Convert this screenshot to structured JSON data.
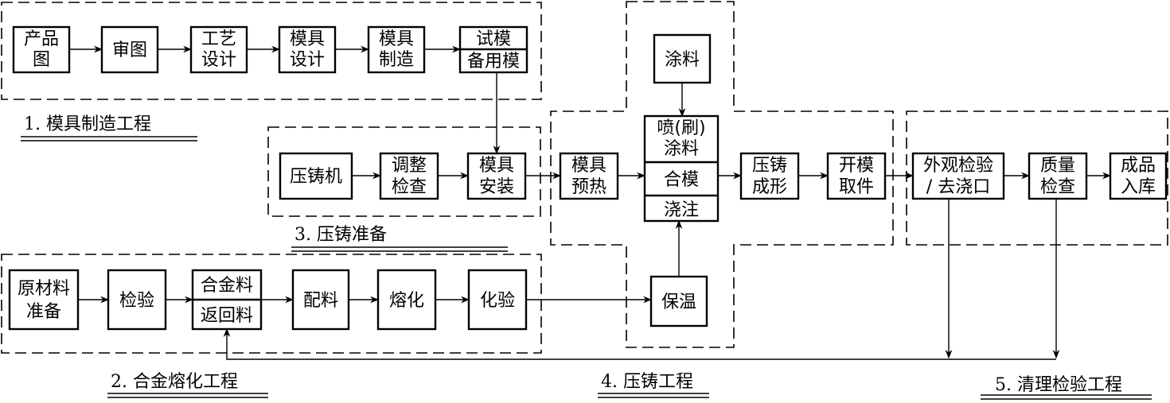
{
  "sections": [
    {
      "id": "s1",
      "label": "1. 模具制造工程"
    },
    {
      "id": "s2",
      "label": "2. 合金熔化工程"
    },
    {
      "id": "s3",
      "label": "3. 压铸准备"
    },
    {
      "id": "s4",
      "label": "4. 压铸工程"
    },
    {
      "id": "s5",
      "label": "5. 清理检验工程"
    }
  ],
  "nodes": {
    "product_drawing": [
      "产品",
      "图"
    ],
    "drawing_review": [
      "审图"
    ],
    "process_design": [
      "工艺",
      "设计"
    ],
    "mold_design": [
      "模具",
      "设计"
    ],
    "mold_making": [
      "模具",
      "制造"
    ],
    "trial_mold": [
      "试模"
    ],
    "spare_mold": [
      "备用模"
    ],
    "die_casting_machine": [
      "压铸机"
    ],
    "adjust_check": [
      "调整",
      "检查"
    ],
    "mold_install": [
      "模具",
      "安装"
    ],
    "mold_preheat": [
      "模具",
      "预热"
    ],
    "coating": [
      "涂料"
    ],
    "spray_coating": [
      "喷(刷)",
      "涂料"
    ],
    "mold_close": [
      "合模"
    ],
    "pouring": [
      "浇注"
    ],
    "die_forming": [
      "压铸",
      "成形"
    ],
    "open_mold": [
      "开模",
      "取件"
    ],
    "visual_inspection": [
      "外观检验",
      "/ 去浇口"
    ],
    "quality_check": [
      "质量",
      "检查"
    ],
    "warehouse": [
      "成品",
      "入库"
    ],
    "raw_material": [
      "原材料",
      "准备"
    ],
    "inspection": [
      "检验"
    ],
    "alloy": [
      "合金料"
    ],
    "return_material": [
      "返回料"
    ],
    "batching": [
      "配料"
    ],
    "melting": [
      "熔化"
    ],
    "lab_test": [
      "化验"
    ],
    "insulation": [
      "保温"
    ]
  }
}
